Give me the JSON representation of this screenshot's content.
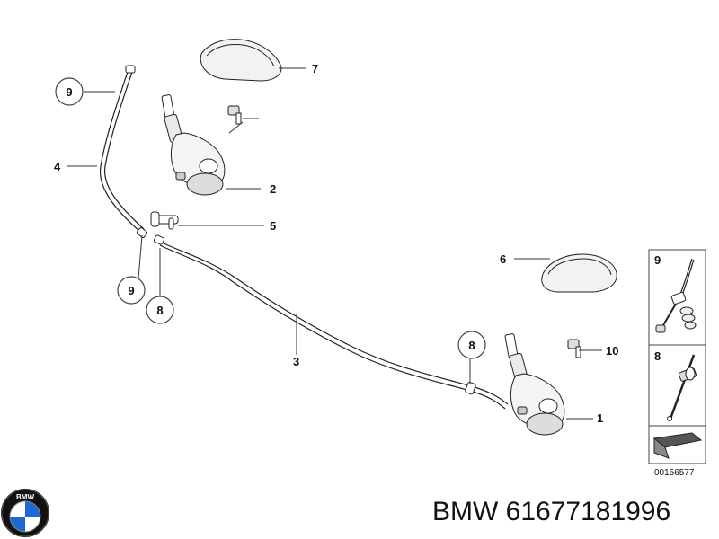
{
  "callouts": {
    "c1": "1",
    "c2": "2",
    "c3": "3",
    "c4": "4",
    "c5": "5",
    "c6": "6",
    "c7": "7",
    "c8a": "8",
    "c8b": "8",
    "c8side": "8",
    "c9a": "9",
    "c9b": "9",
    "c9side": "9",
    "c10": "10"
  },
  "diagram_number": "00156577",
  "caption": "BMW 61677181996",
  "logo": {
    "text": "BMW",
    "colors": {
      "blue": "#1c69d4",
      "ring": "#111111"
    }
  }
}
